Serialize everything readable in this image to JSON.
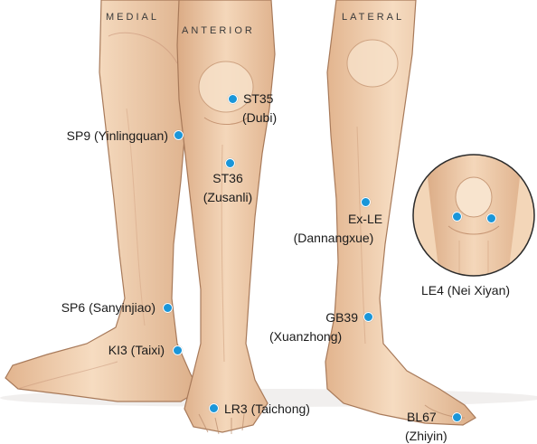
{
  "headers": {
    "medial": "MEDIAL",
    "anterior": "ANTERIOR",
    "lateral": "LATERAL"
  },
  "points": {
    "st35": {
      "code": "ST35",
      "name": "(Dubi)"
    },
    "sp9": {
      "label": "SP9 (Yinlingquan)"
    },
    "st36": {
      "code": "ST36",
      "name": "(Zusanli)"
    },
    "exle": {
      "code": "Ex-LE",
      "name": "(Dannangxue)"
    },
    "le4": {
      "label": "LE4 (Nei Xiyan)"
    },
    "sp6": {
      "label": "SP6 (Sanyinjiao)"
    },
    "gb39": {
      "code": "GB39",
      "name": "(Xuanzhong)"
    },
    "ki3": {
      "label": "KI3 (Taixi)"
    },
    "lr3": {
      "label": "LR3 (Taichong)"
    },
    "bl67": {
      "code": "BL67",
      "name": "(Zhiyin)"
    }
  },
  "colors": {
    "point": "#1a96d9",
    "skin": "#f3d6b8",
    "skin_shadow": "#d9a983",
    "outline": "#a87a5a"
  }
}
